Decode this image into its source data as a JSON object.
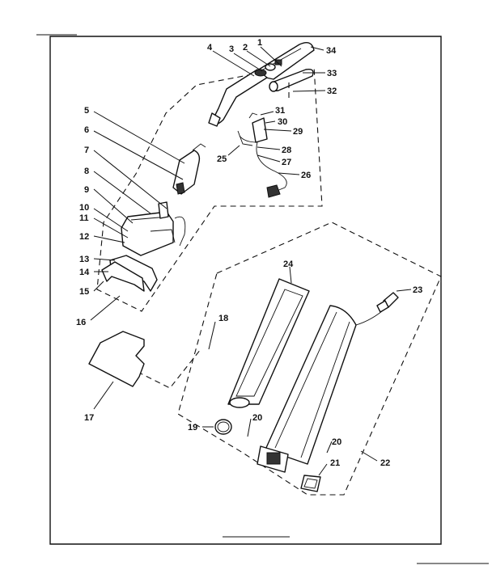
{
  "diagram": {
    "background": "#ffffff",
    "ink": "#111111",
    "callouts": [
      {
        "id": "1",
        "label": "1"
      },
      {
        "id": "2",
        "label": "2"
      },
      {
        "id": "3",
        "label": "3"
      },
      {
        "id": "4",
        "label": "4"
      },
      {
        "id": "34",
        "label": "34"
      },
      {
        "id": "33",
        "label": "33"
      },
      {
        "id": "32",
        "label": "32"
      },
      {
        "id": "31",
        "label": "31"
      },
      {
        "id": "30",
        "label": "30"
      },
      {
        "id": "29",
        "label": "29"
      },
      {
        "id": "28",
        "label": "28"
      },
      {
        "id": "27",
        "label": "27"
      },
      {
        "id": "26",
        "label": "26"
      },
      {
        "id": "25",
        "label": "25"
      },
      {
        "id": "5",
        "label": "5"
      },
      {
        "id": "6",
        "label": "6"
      },
      {
        "id": "7",
        "label": "7"
      },
      {
        "id": "8",
        "label": "8"
      },
      {
        "id": "9",
        "label": "9"
      },
      {
        "id": "10",
        "label": "10"
      },
      {
        "id": "11",
        "label": "11"
      },
      {
        "id": "12",
        "label": "12"
      },
      {
        "id": "13",
        "label": "13"
      },
      {
        "id": "14",
        "label": "14"
      },
      {
        "id": "15",
        "label": "15"
      },
      {
        "id": "16",
        "label": "16"
      },
      {
        "id": "17",
        "label": "17"
      },
      {
        "id": "18",
        "label": "18"
      },
      {
        "id": "19",
        "label": "19"
      },
      {
        "id": "20a",
        "label": "20"
      },
      {
        "id": "20b",
        "label": "20"
      },
      {
        "id": "21",
        "label": "21"
      },
      {
        "id": "22",
        "label": "22"
      },
      {
        "id": "23",
        "label": "23"
      },
      {
        "id": "24",
        "label": "24"
      }
    ]
  }
}
